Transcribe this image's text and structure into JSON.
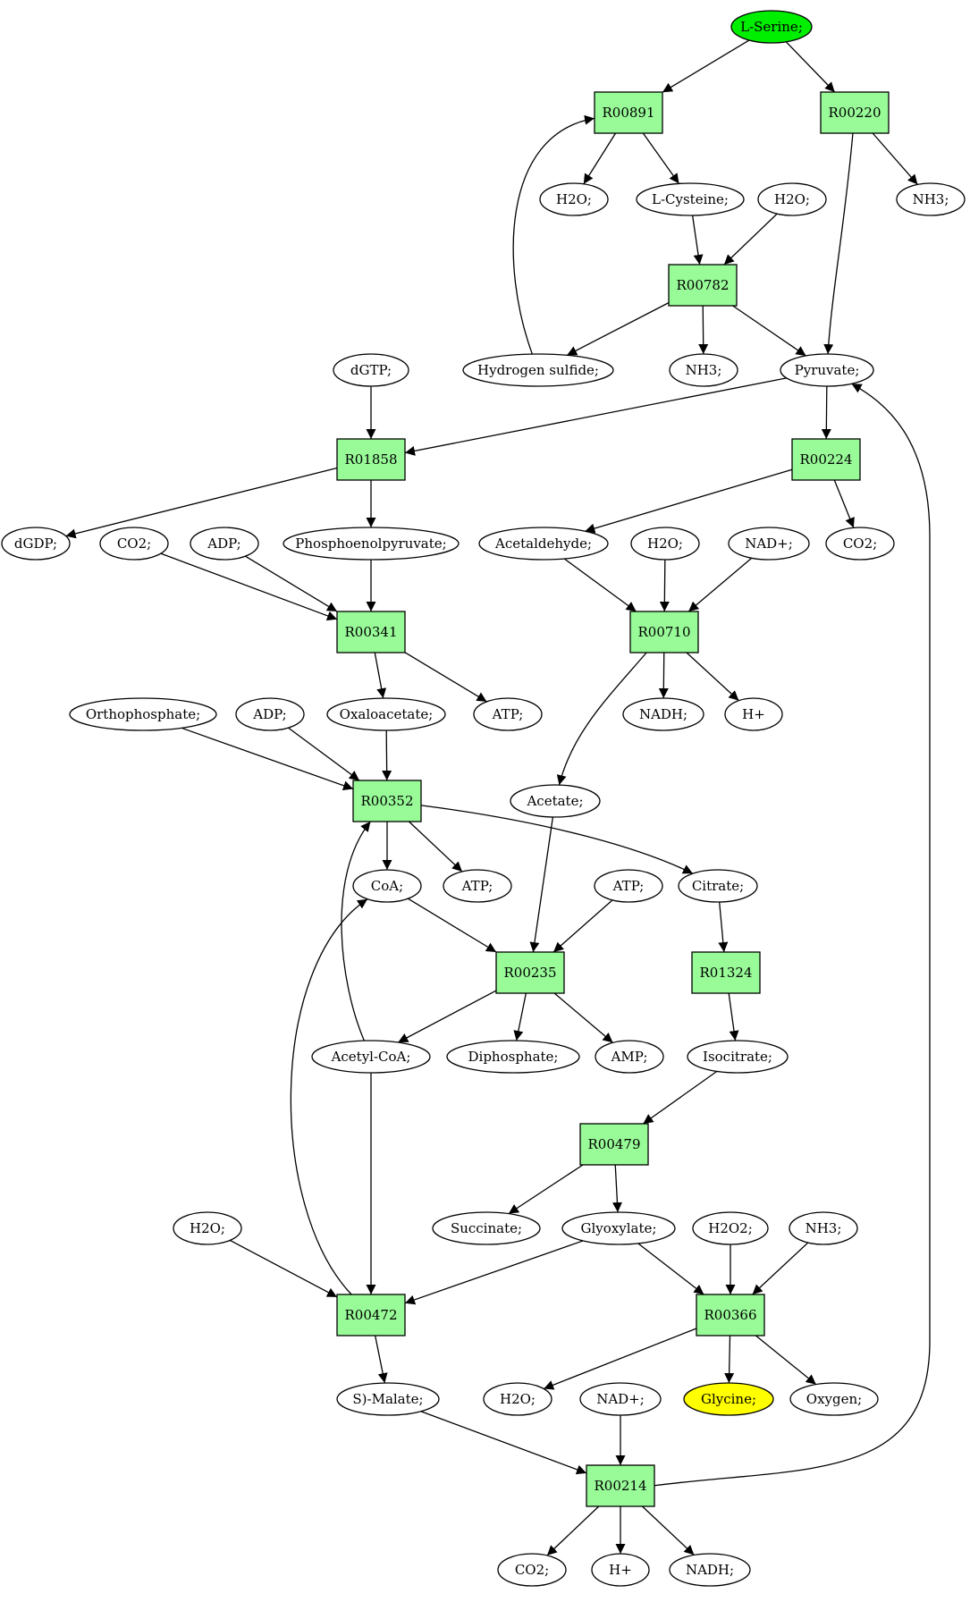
{
  "colors": {
    "start": "#00ee00",
    "target": "#ffff00",
    "reaction": "#98fb98",
    "compound": "#ffffff"
  },
  "nodes": [
    {
      "id": "lserine",
      "label": "L-Serine;",
      "kind": "compound",
      "role": "start"
    },
    {
      "id": "r00891",
      "label": "R00891",
      "kind": "reaction"
    },
    {
      "id": "r00220",
      "label": "R00220",
      "kind": "reaction"
    },
    {
      "id": "h2o_1",
      "label": "H2O;",
      "kind": "compound"
    },
    {
      "id": "lcys",
      "label": "L-Cysteine;",
      "kind": "compound"
    },
    {
      "id": "h2o_2",
      "label": "H2O;",
      "kind": "compound"
    },
    {
      "id": "nh3_1",
      "label": "NH3;",
      "kind": "compound"
    },
    {
      "id": "r00782",
      "label": "R00782",
      "kind": "reaction"
    },
    {
      "id": "h2s",
      "label": "Hydrogen sulfide;",
      "kind": "compound"
    },
    {
      "id": "nh3_2",
      "label": "NH3;",
      "kind": "compound"
    },
    {
      "id": "pyruvate",
      "label": "Pyruvate;",
      "kind": "compound"
    },
    {
      "id": "dgtp",
      "label": "dGTP;",
      "kind": "compound"
    },
    {
      "id": "r01858",
      "label": "R01858",
      "kind": "reaction"
    },
    {
      "id": "r00224",
      "label": "R00224",
      "kind": "reaction"
    },
    {
      "id": "dgdp",
      "label": "dGDP;",
      "kind": "compound"
    },
    {
      "id": "co2_1",
      "label": "CO2;",
      "kind": "compound"
    },
    {
      "id": "adp_1",
      "label": "ADP;",
      "kind": "compound"
    },
    {
      "id": "pep",
      "label": "Phosphoenolpyruvate;",
      "kind": "compound"
    },
    {
      "id": "acetaldehyde",
      "label": "Acetaldehyde;",
      "kind": "compound"
    },
    {
      "id": "h2o_3",
      "label": "H2O;",
      "kind": "compound"
    },
    {
      "id": "nad_1",
      "label": "NAD+;",
      "kind": "compound"
    },
    {
      "id": "co2_2",
      "label": "CO2;",
      "kind": "compound"
    },
    {
      "id": "r00341",
      "label": "R00341",
      "kind": "reaction"
    },
    {
      "id": "r00710",
      "label": "R00710",
      "kind": "reaction"
    },
    {
      "id": "orthophosphate",
      "label": "Orthophosphate;",
      "kind": "compound"
    },
    {
      "id": "adp_2",
      "label": "ADP;",
      "kind": "compound"
    },
    {
      "id": "oxaloacetate",
      "label": "Oxaloacetate;",
      "kind": "compound"
    },
    {
      "id": "atp_1",
      "label": "ATP;",
      "kind": "compound"
    },
    {
      "id": "nadh_1",
      "label": "NADH;",
      "kind": "compound"
    },
    {
      "id": "hplus_1",
      "label": "H+",
      "kind": "compound"
    },
    {
      "id": "acetate",
      "label": "Acetate;",
      "kind": "compound"
    },
    {
      "id": "r00352",
      "label": "R00352",
      "kind": "reaction"
    },
    {
      "id": "coa",
      "label": "CoA;",
      "kind": "compound"
    },
    {
      "id": "atp_2",
      "label": "ATP;",
      "kind": "compound"
    },
    {
      "id": "atp_3",
      "label": "ATP;",
      "kind": "compound"
    },
    {
      "id": "citrate",
      "label": "Citrate;",
      "kind": "compound"
    },
    {
      "id": "r00235",
      "label": "R00235",
      "kind": "reaction"
    },
    {
      "id": "r01324",
      "label": "R01324",
      "kind": "reaction"
    },
    {
      "id": "acetylcoa",
      "label": "Acetyl-CoA;",
      "kind": "compound"
    },
    {
      "id": "diphosphate",
      "label": "Diphosphate;",
      "kind": "compound"
    },
    {
      "id": "amp",
      "label": "AMP;",
      "kind": "compound"
    },
    {
      "id": "isocitrate",
      "label": "Isocitrate;",
      "kind": "compound"
    },
    {
      "id": "r00479",
      "label": "R00479",
      "kind": "reaction"
    },
    {
      "id": "h2o_4",
      "label": "H2O;",
      "kind": "compound"
    },
    {
      "id": "succinate",
      "label": "Succinate;",
      "kind": "compound"
    },
    {
      "id": "glyoxylate",
      "label": "Glyoxylate;",
      "kind": "compound"
    },
    {
      "id": "h2o2",
      "label": "H2O2;",
      "kind": "compound"
    },
    {
      "id": "nh3_3",
      "label": "NH3;",
      "kind": "compound"
    },
    {
      "id": "r00472",
      "label": "R00472",
      "kind": "reaction"
    },
    {
      "id": "r00366",
      "label": "R00366",
      "kind": "reaction"
    },
    {
      "id": "smalate",
      "label": "S)-Malate;",
      "kind": "compound"
    },
    {
      "id": "h2o_5",
      "label": "H2O;",
      "kind": "compound"
    },
    {
      "id": "nad_2",
      "label": "NAD+;",
      "kind": "compound"
    },
    {
      "id": "glycine",
      "label": "Glycine;",
      "kind": "compound",
      "role": "target"
    },
    {
      "id": "oxygen",
      "label": "Oxygen;",
      "kind": "compound"
    },
    {
      "id": "r00214",
      "label": "R00214",
      "kind": "reaction"
    },
    {
      "id": "co2_3",
      "label": "CO2;",
      "kind": "compound"
    },
    {
      "id": "hplus_2",
      "label": "H+",
      "kind": "compound"
    },
    {
      "id": "nadh_2",
      "label": "NADH;",
      "kind": "compound"
    }
  ],
  "edges": [
    {
      "from": "lserine",
      "to": "r00891"
    },
    {
      "from": "lserine",
      "to": "r00220"
    },
    {
      "from": "r00891",
      "to": "h2o_1"
    },
    {
      "from": "r00891",
      "to": "lcys"
    },
    {
      "from": "r00220",
      "to": "nh3_1"
    },
    {
      "from": "r00220",
      "to": "pyruvate"
    },
    {
      "from": "lcys",
      "to": "r00782"
    },
    {
      "from": "h2o_2",
      "to": "r00782"
    },
    {
      "from": "r00782",
      "to": "h2s"
    },
    {
      "from": "r00782",
      "to": "nh3_2"
    },
    {
      "from": "r00782",
      "to": "pyruvate"
    },
    {
      "from": "h2s",
      "to": "r00891"
    },
    {
      "from": "pyruvate",
      "to": "r01858"
    },
    {
      "from": "pyruvate",
      "to": "r00224"
    },
    {
      "from": "dgtp",
      "to": "r01858"
    },
    {
      "from": "r01858",
      "to": "dgdp"
    },
    {
      "from": "r01858",
      "to": "pep"
    },
    {
      "from": "r00224",
      "to": "acetaldehyde"
    },
    {
      "from": "r00224",
      "to": "co2_2"
    },
    {
      "from": "co2_1",
      "to": "r00341"
    },
    {
      "from": "adp_1",
      "to": "r00341"
    },
    {
      "from": "pep",
      "to": "r00341"
    },
    {
      "from": "acetaldehyde",
      "to": "r00710"
    },
    {
      "from": "h2o_3",
      "to": "r00710"
    },
    {
      "from": "nad_1",
      "to": "r00710"
    },
    {
      "from": "r00341",
      "to": "oxaloacetate"
    },
    {
      "from": "r00341",
      "to": "atp_1"
    },
    {
      "from": "r00710",
      "to": "nadh_1"
    },
    {
      "from": "r00710",
      "to": "hplus_1"
    },
    {
      "from": "r00710",
      "to": "acetate"
    },
    {
      "from": "orthophosphate",
      "to": "r00352"
    },
    {
      "from": "adp_2",
      "to": "r00352"
    },
    {
      "from": "oxaloacetate",
      "to": "r00352"
    },
    {
      "from": "r00352",
      "to": "coa"
    },
    {
      "from": "r00352",
      "to": "atp_2"
    },
    {
      "from": "r00352",
      "to": "citrate"
    },
    {
      "from": "acetylcoa",
      "to": "r00352"
    },
    {
      "from": "coa",
      "to": "r00235"
    },
    {
      "from": "atp_3",
      "to": "r00235"
    },
    {
      "from": "acetate",
      "to": "r00235"
    },
    {
      "from": "citrate",
      "to": "r01324"
    },
    {
      "from": "r00235",
      "to": "acetylcoa"
    },
    {
      "from": "r00235",
      "to": "diphosphate"
    },
    {
      "from": "r00235",
      "to": "amp"
    },
    {
      "from": "r01324",
      "to": "isocitrate"
    },
    {
      "from": "isocitrate",
      "to": "r00479"
    },
    {
      "from": "r00479",
      "to": "succinate"
    },
    {
      "from": "r00479",
      "to": "glyoxylate"
    },
    {
      "from": "acetylcoa",
      "to": "r00472"
    },
    {
      "from": "h2o_4",
      "to": "r00472"
    },
    {
      "from": "glyoxylate",
      "to": "r00472"
    },
    {
      "from": "glyoxylate",
      "to": "r00366"
    },
    {
      "from": "h2o2",
      "to": "r00366"
    },
    {
      "from": "nh3_3",
      "to": "r00366"
    },
    {
      "from": "r00472",
      "to": "coa"
    },
    {
      "from": "r00472",
      "to": "smalate"
    },
    {
      "from": "r00366",
      "to": "h2o_5"
    },
    {
      "from": "r00366",
      "to": "glycine"
    },
    {
      "from": "r00366",
      "to": "oxygen"
    },
    {
      "from": "smalate",
      "to": "r00214"
    },
    {
      "from": "nad_2",
      "to": "r00214"
    },
    {
      "from": "r00214",
      "to": "co2_3"
    },
    {
      "from": "r00214",
      "to": "hplus_2"
    },
    {
      "from": "r00214",
      "to": "nadh_2"
    },
    {
      "from": "r00214",
      "to": "pyruvate"
    }
  ]
}
